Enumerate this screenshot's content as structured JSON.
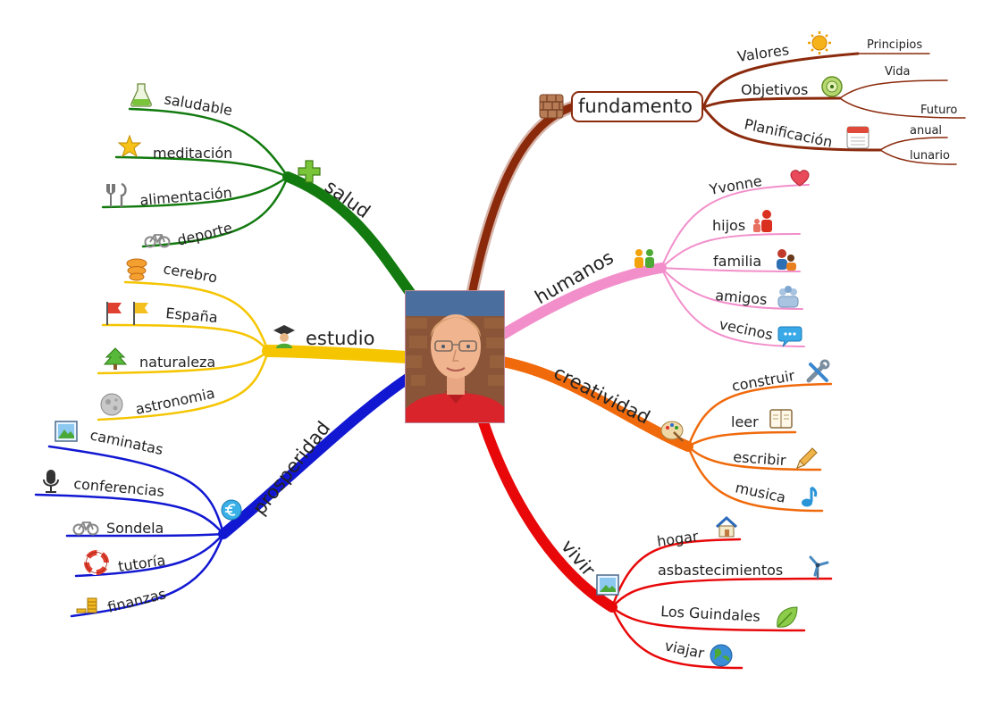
{
  "center": {
    "photo_icon": "portrait-photo"
  },
  "branches": {
    "fundamento": {
      "label": "fundamento",
      "color": "#8b2a0c",
      "icon": "brick-wall-icon",
      "children": {
        "valores": {
          "label": "Valores",
          "icon": "sun-icon",
          "children": {
            "principios": "Principios"
          }
        },
        "objetivos": {
          "label": "Objetivos",
          "icon": "target-icon",
          "children": {
            "vida": "Vida",
            "futuro": "Futuro"
          }
        },
        "planificacion": {
          "label": "Planificación",
          "icon": "calendar-icon",
          "children": {
            "anual": "anual",
            "lunario": "lunario"
          }
        }
      }
    },
    "humanos": {
      "label": "humanos",
      "color": "#f28fcb",
      "icon": "people-icon",
      "children": {
        "yvonne": {
          "label": "Yvonne",
          "icon": "heart-icon"
        },
        "hijos": {
          "label": "hijos",
          "icon": "children-icon"
        },
        "familia": {
          "label": "familia",
          "icon": "family-icon"
        },
        "amigos": {
          "label": "amigos",
          "icon": "group-icon"
        },
        "vecinos": {
          "label": "vecinos",
          "icon": "chat-bubble-icon"
        }
      }
    },
    "creatividad": {
      "label": "creatividad",
      "color": "#f06a0c",
      "icon": "palette-icon",
      "children": {
        "construir": {
          "label": "construir",
          "icon": "tools-icon"
        },
        "leer": {
          "label": "leer",
          "icon": "book-icon"
        },
        "escribir": {
          "label": "escribir",
          "icon": "pencil-icon"
        },
        "musica": {
          "label": "musica",
          "icon": "music-note-icon"
        }
      }
    },
    "vivir": {
      "label": "vivir",
      "color": "#e8080a",
      "icon": "landscape-picture-icon",
      "children": {
        "hogar": {
          "label": "hogar",
          "icon": "house-icon"
        },
        "asbastecimientos": {
          "label": "asbastecimientos",
          "icon": "wind-turbine-icon"
        },
        "guindales": {
          "label": "Los Guindales",
          "icon": "leaf-icon"
        },
        "viajar": {
          "label": "viajar",
          "icon": "globe-icon"
        }
      }
    },
    "salud": {
      "label": "salud",
      "color": "#127a0e",
      "icon": "plus-icon",
      "children": {
        "saludable": {
          "label": "saludable",
          "icon": "flask-icon"
        },
        "meditacion": {
          "label": "meditación",
          "icon": "star-icon"
        },
        "alimentacion": {
          "label": "alimentación",
          "icon": "cutlery-icon"
        },
        "deporte": {
          "label": "deporte",
          "icon": "bicycle-icon"
        }
      }
    },
    "estudio": {
      "label": "estudio",
      "color": "#f5c500",
      "icon": "graduate-icon",
      "children": {
        "cerebro": {
          "label": "cerebro",
          "icon": "brain-icon"
        },
        "espana": {
          "label": "España",
          "icon": "flags-icon"
        },
        "naturaleza": {
          "label": "naturaleza",
          "icon": "tree-icon"
        },
        "astronomia": {
          "label": "astronomia",
          "icon": "moon-icon"
        }
      }
    },
    "prosperidad": {
      "label": "prosperidad",
      "color": "#1218d2",
      "icon": "euro-icon",
      "children": {
        "caminatas": {
          "label": "caminatas",
          "icon": "map-picture-icon"
        },
        "conferencias": {
          "label": "conferencias",
          "icon": "microphone-icon"
        },
        "sondela": {
          "label": "Sondela",
          "icon": "bicycle-icon"
        },
        "tutoria": {
          "label": "tutoría",
          "icon": "lifebuoy-icon"
        },
        "finanzas": {
          "label": "finanzas",
          "icon": "coins-icon"
        }
      }
    }
  }
}
